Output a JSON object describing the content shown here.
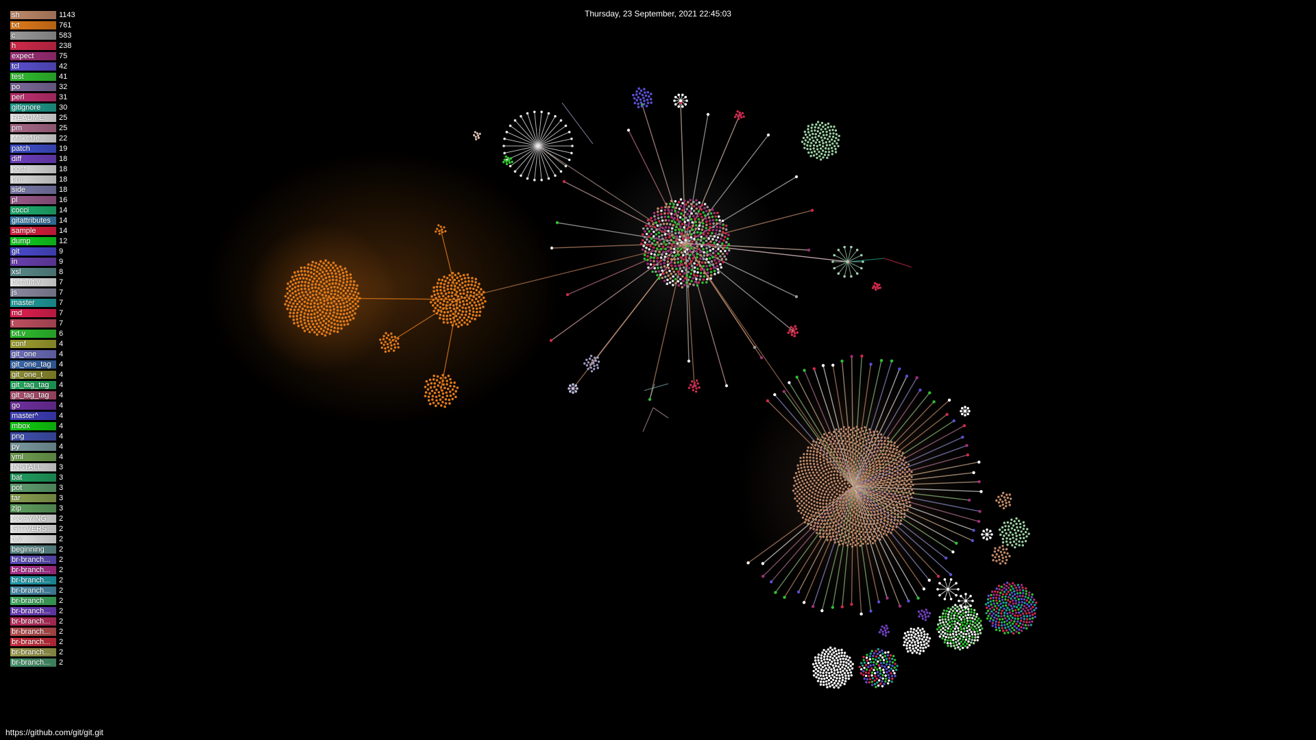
{
  "header": {
    "timestamp": "Thursday, 23 September, 2021 22:45:03"
  },
  "footer": {
    "repo_url": "https://github.com/git/git.git"
  },
  "legend": [
    {
      "name": "sh",
      "count": "1143",
      "color": "#c08a6a"
    },
    {
      "name": "txt",
      "count": "761",
      "color": "#e07a1a"
    },
    {
      "name": "c",
      "count": "583",
      "color": "#9a9a9a"
    },
    {
      "name": "h",
      "count": "238",
      "color": "#d02a4a"
    },
    {
      "name": "expect",
      "count": "75",
      "color": "#a0307a"
    },
    {
      "name": "tcl",
      "count": "42",
      "color": "#5a50d0"
    },
    {
      "name": "test",
      "count": "41",
      "color": "#30c030"
    },
    {
      "name": "po",
      "count": "32",
      "color": "#7a6a9a"
    },
    {
      "name": "perl",
      "count": "31",
      "color": "#c03070"
    },
    {
      "name": "gitignore",
      "count": "30",
      "color": "#20a090"
    },
    {
      "name": "README",
      "count": "25",
      "color": "#e8e8e8"
    },
    {
      "name": "pm",
      "count": "25",
      "color": "#aa6a8a"
    },
    {
      "name": "Makefile",
      "count": "22",
      "color": "#e0e0e0"
    },
    {
      "name": "patch",
      "count": "19",
      "color": "#4050d0"
    },
    {
      "name": "diff",
      "count": "18",
      "color": "#7040c0"
    },
    {
      "name": "post",
      "count": "18",
      "color": "#e0e0e0"
    },
    {
      "name": "pre",
      "count": "18",
      "color": "#dcdcdc"
    },
    {
      "name": "side",
      "count": "18",
      "color": "#7a7aaa"
    },
    {
      "name": "pl",
      "count": "16",
      "color": "#9a5a8a"
    },
    {
      "name": "cocci",
      "count": "14",
      "color": "#20b070"
    },
    {
      "name": "gitattributes",
      "count": "14",
      "color": "#3a80b0"
    },
    {
      "name": "sample",
      "count": "14",
      "color": "#e02040"
    },
    {
      "name": "dump",
      "count": "12",
      "color": "#10d020"
    },
    {
      "name": "git",
      "count": "9",
      "color": "#4a4ad0"
    },
    {
      "name": "in",
      "count": "9",
      "color": "#6a40b0"
    },
    {
      "name": "xsl",
      "count": "8",
      "color": "#5a8a8a"
    },
    {
      "name": "default.v",
      "count": "7",
      "color": "#e8e8e8"
    },
    {
      "name": "js",
      "count": "7",
      "color": "#8a8aa0"
    },
    {
      "name": "master",
      "count": "7",
      "color": "#20a0a0"
    },
    {
      "name": "md",
      "count": "7",
      "color": "#e02050"
    },
    {
      "name": "t",
      "count": "7",
      "color": "#c05060"
    },
    {
      "name": "txt.v",
      "count": "6",
      "color": "#30c030"
    },
    {
      "name": "conf",
      "count": "4",
      "color": "#a0a030"
    },
    {
      "name": "git_one",
      "count": "4",
      "color": "#7070c0"
    },
    {
      "name": "git_one_tag",
      "count": "4",
      "color": "#3a6ab0"
    },
    {
      "name": "git_one_t",
      "count": "4",
      "color": "#909030"
    },
    {
      "name": "git_tag_tag",
      "count": "4",
      "color": "#20b060"
    },
    {
      "name": "git_tag_tag",
      "count": "4",
      "color": "#b05070"
    },
    {
      "name": "go",
      "count": "4",
      "color": "#7030a0"
    },
    {
      "name": "master^",
      "count": "4",
      "color": "#4040c0"
    },
    {
      "name": "mbox",
      "count": "4",
      "color": "#10d010"
    },
    {
      "name": "png",
      "count": "4",
      "color": "#4050b0"
    },
    {
      "name": "py",
      "count": "4",
      "color": "#7a9aa0"
    },
    {
      "name": "yml",
      "count": "4",
      "color": "#70a050"
    },
    {
      "name": "INSTALL",
      "count": "3",
      "color": "#e0e0e0"
    },
    {
      "name": "bat",
      "count": "3",
      "color": "#20a060"
    },
    {
      "name": "pot",
      "count": "3",
      "color": "#60a070"
    },
    {
      "name": "tar",
      "count": "3",
      "color": "#8aa050"
    },
    {
      "name": "zip",
      "count": "3",
      "color": "#60a060"
    },
    {
      "name": "COPYING",
      "count": "2",
      "color": "#e8e8e8"
    },
    {
      "name": "GIT-VERSION",
      "count": "2",
      "color": "#e8e8e8"
    },
    {
      "name": "a.v",
      "count": "2",
      "color": "#e8e8e8"
    },
    {
      "name": "beginning",
      "count": "2",
      "color": "#609090"
    },
    {
      "name": "br-branch...",
      "count": "2",
      "color": "#6050c0"
    },
    {
      "name": "br-branch...",
      "count": "2",
      "color": "#b03090"
    },
    {
      "name": "br-branch...",
      "count": "2",
      "color": "#20a0b0"
    },
    {
      "name": "br-branch...",
      "count": "2",
      "color": "#4a90b0"
    },
    {
      "name": "br-branch",
      "count": "2",
      "color": "#40b060"
    },
    {
      "name": "br-branch...",
      "count": "2",
      "color": "#7040c0"
    },
    {
      "name": "br-branch...",
      "count": "2",
      "color": "#c03060"
    },
    {
      "name": "br-branch...",
      "count": "2",
      "color": "#c05050"
    },
    {
      "name": "br-branch...",
      "count": "2",
      "color": "#d03040"
    },
    {
      "name": "br-branch...",
      "count": "2",
      "color": "#a0a050"
    },
    {
      "name": "br-branch...",
      "count": "2",
      "color": "#4a9a70"
    }
  ]
}
